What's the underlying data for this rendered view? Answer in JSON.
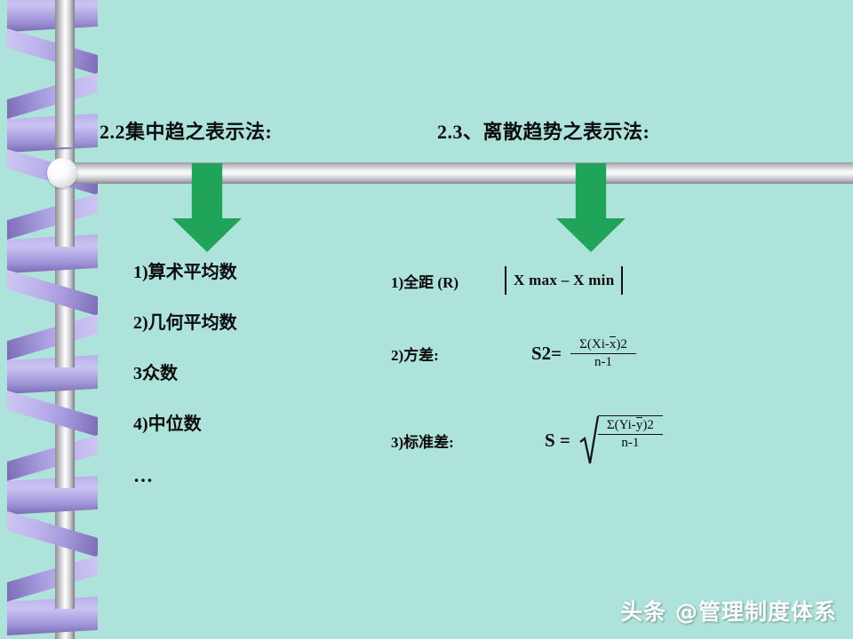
{
  "slide": {
    "background_color": "#ade3da",
    "arrow_color": "#1fa45a"
  },
  "headings": {
    "left": "2.2集中趋之表示法:",
    "right": "2.3、离散趋势之表示法:"
  },
  "left_column": {
    "items": [
      "1)算术平均数",
      "2)几何平均数",
      "3众数",
      "4)中位数",
      "…"
    ]
  },
  "right_column": {
    "rows": [
      {
        "label": "1)全距 (R)",
        "expression": "X max – X min",
        "expression_type": "absolute-bars"
      },
      {
        "label": "2)方差:",
        "lead": "S2=",
        "numerator_pre": "Σ(Xi-",
        "numerator_var": "x",
        "numerator_post": ")2",
        "denominator": "n-1",
        "expression_type": "fraction"
      },
      {
        "label": "3)标准差:",
        "lead": "S =",
        "numerator_pre": "Σ(Yi-",
        "numerator_var": "y",
        "numerator_post": ")2",
        "denominator": "n-1",
        "expression_type": "square-root-fraction"
      }
    ]
  },
  "watermark": {
    "text": "头条 @管理制度体系"
  }
}
